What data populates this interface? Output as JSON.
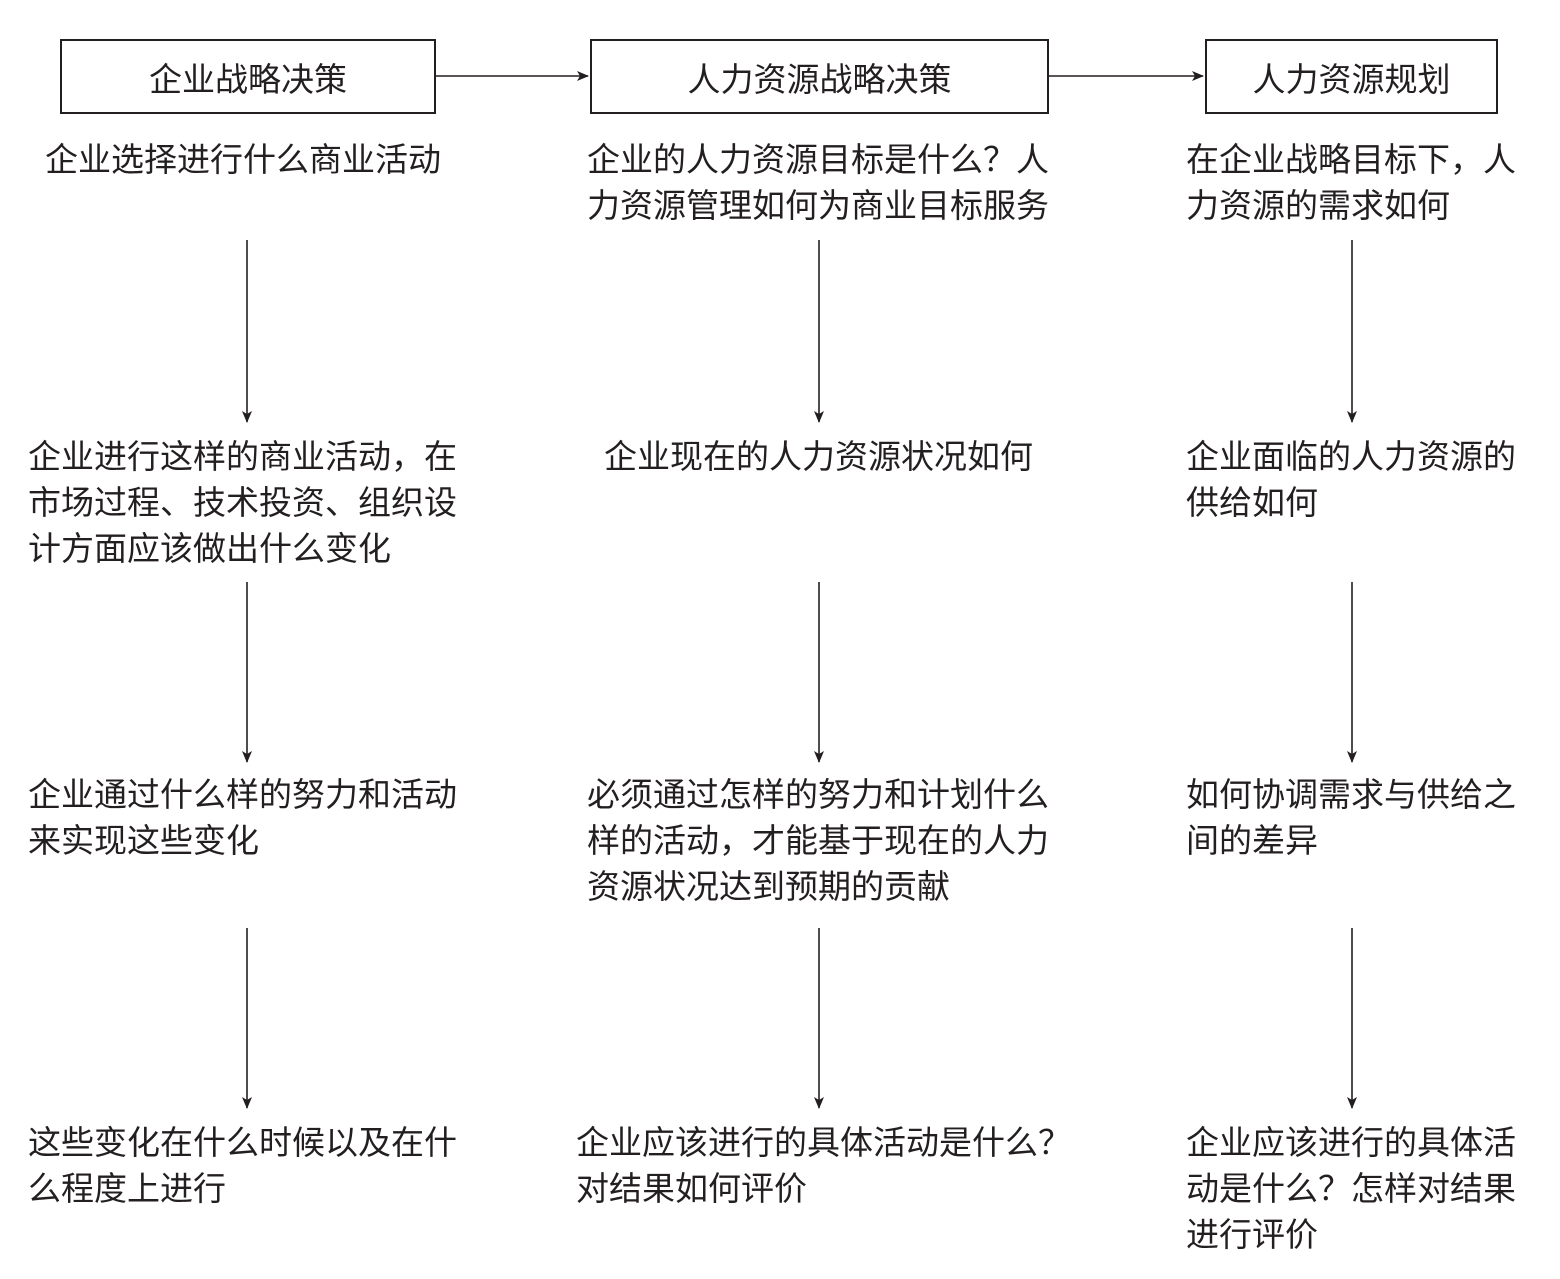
{
  "columns": [
    {
      "header": "企业战略决策",
      "rows": [
        [
          "企业选择进行什么商业活动"
        ],
        [
          "企业进行这样的商业活动，在",
          "市场过程、技术投资、组织设",
          "计方面应该做出什么变化"
        ],
        [
          "企业通过什么样的努力和活动",
          "来实现这些变化"
        ],
        [
          "这些变化在什么时候以及在什",
          "么程度上进行"
        ]
      ]
    },
    {
      "header": "人力资源战略决策",
      "rows": [
        [
          "企业的人力资源目标是什么？人",
          "力资源管理如何为商业目标服务"
        ],
        [
          "企业现在的人力资源状况如何"
        ],
        [
          "必须通过怎样的努力和计划什么",
          "样的活动，才能基于现在的人力",
          "资源状况达到预期的贡献"
        ],
        [
          "企业应该进行的具体活动是什么？",
          "对结果如何评价"
        ]
      ]
    },
    {
      "header": "人力资源规划",
      "rows": [
        [
          "在企业战略目标下，人",
          "力资源的需求如何"
        ],
        [
          "企业面临的人力资源的",
          "供给如何"
        ],
        [
          "如何协调需求与供给之",
          "间的差异"
        ],
        [
          "企业应该进行的具体活",
          "动是什么？怎样对结果",
          "进行评价"
        ]
      ]
    }
  ]
}
